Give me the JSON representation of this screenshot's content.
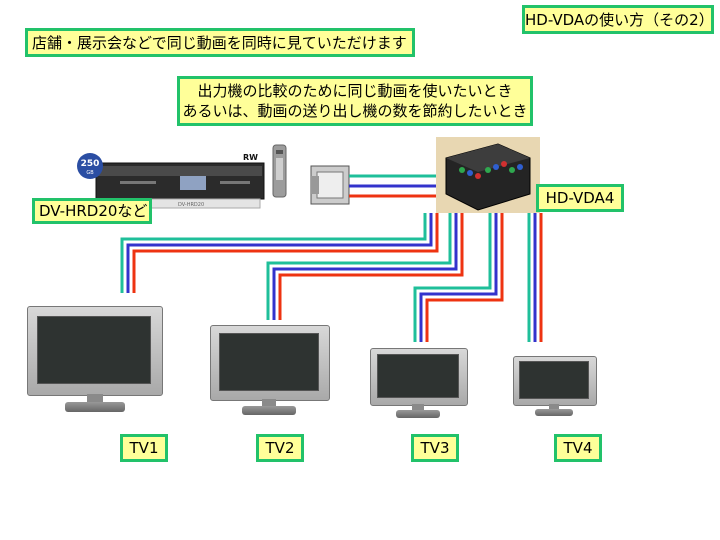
{
  "title_box": {
    "text": "HD-VDAの使い方（その2）"
  },
  "scene_box": {
    "text": "店舗・展示会などで同じ動画を同時に見ていただけます"
  },
  "purpose_box": {
    "line1": "出力機の比較のために同じ動画を使いたいとき",
    "line2": "あるいは、動画の送り出し機の数を節約したいとき"
  },
  "recorder": {
    "label": "DV-HRD20など",
    "badge_number": "250",
    "badge_unit": "GB",
    "rw_mark": "RW",
    "model_text": "DV-HRD20"
  },
  "distributor": {
    "label": "HD-VDA4"
  },
  "tvs": [
    {
      "label": "TV1"
    },
    {
      "label": "TV2"
    },
    {
      "label": "TV3"
    },
    {
      "label": "TV4"
    }
  ],
  "colors": {
    "wire_green": "#1fbf9a",
    "wire_blue": "#3333cc",
    "wire_red": "#ee3311",
    "box_fill": "#ffff99",
    "box_border": "#22c26a"
  }
}
